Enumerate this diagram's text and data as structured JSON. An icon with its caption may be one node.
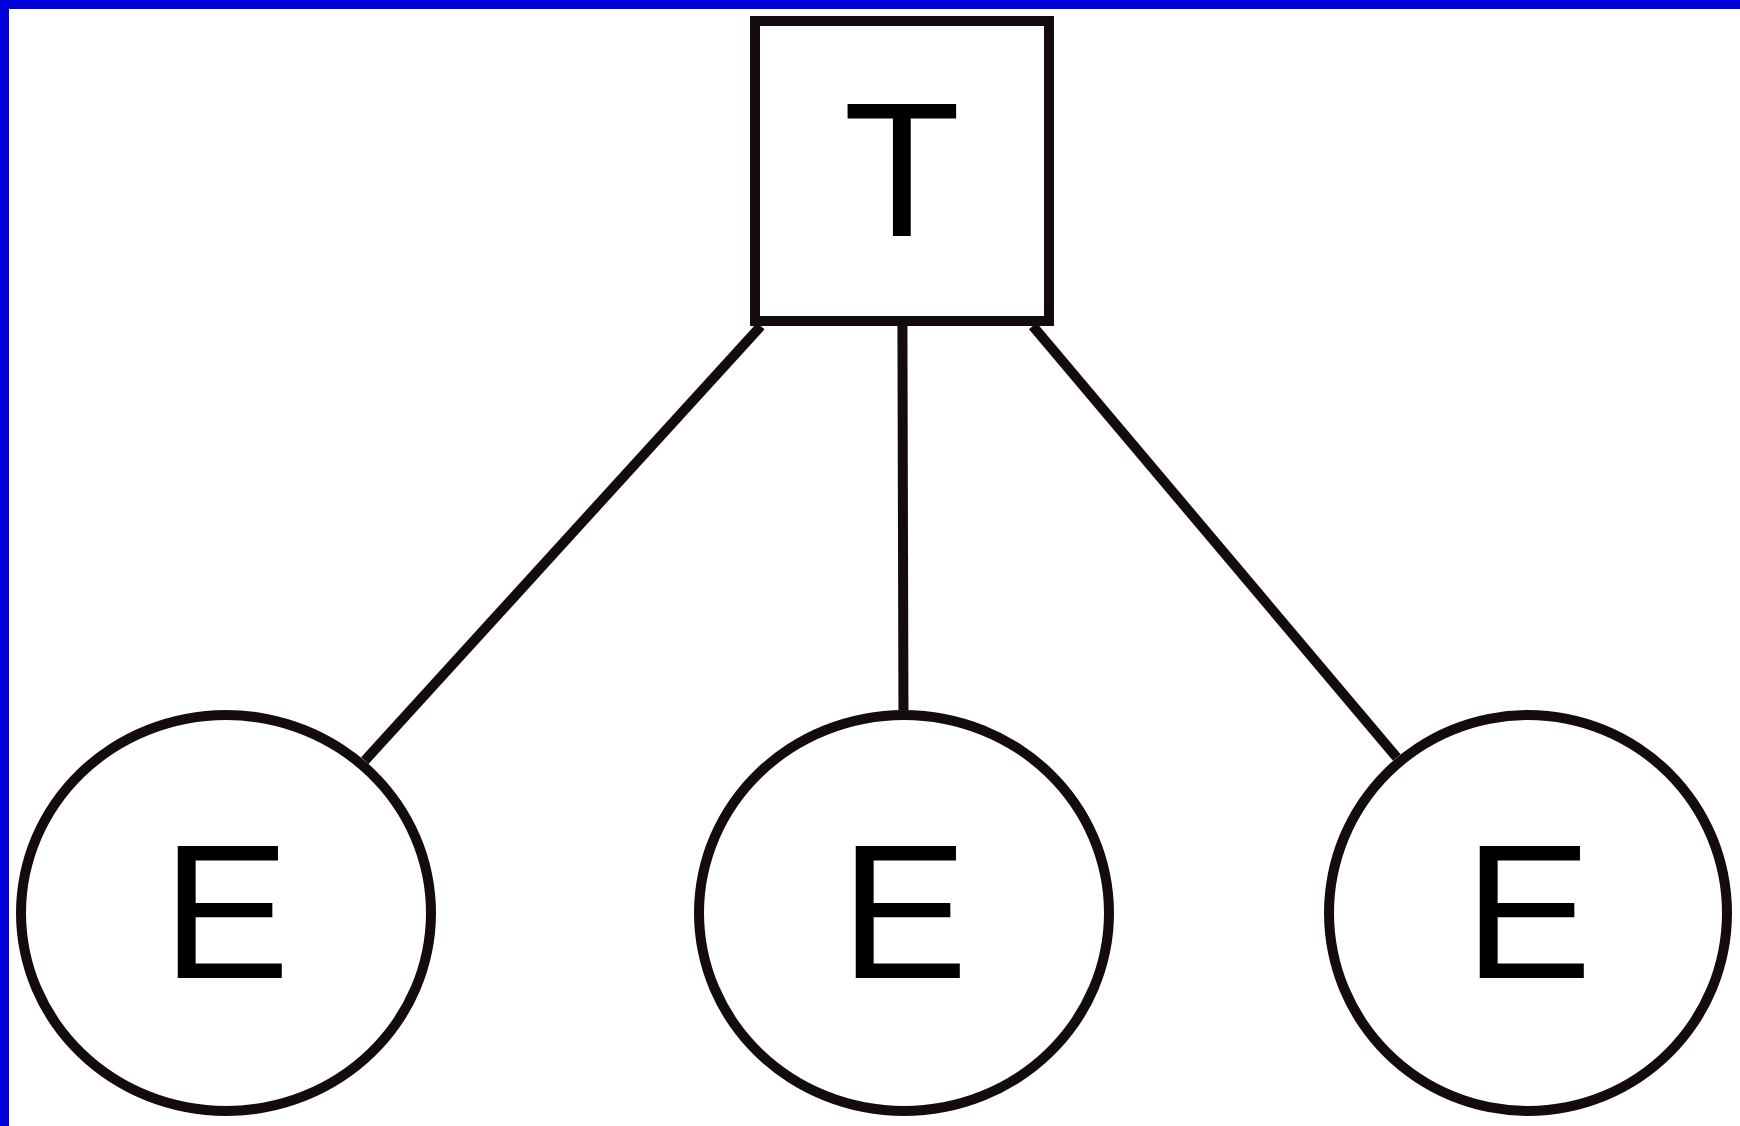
{
  "diagram": {
    "nodes": [
      {
        "text": [
          "T"
        ]
      },
      {
        "text": [
          "E"
        ]
      },
      {
        "text": [
          "E"
        ]
      },
      {
        "text": [
          "E"
        ]
      }
    ],
    "edges": [
      {
        "from": 0,
        "to": 1,
        "arrow": "none"
      },
      {
        "from": 0,
        "to": 2,
        "arrow": "none"
      },
      {
        "from": 0,
        "to": 3,
        "arrow": "none"
      }
    ]
  }
}
